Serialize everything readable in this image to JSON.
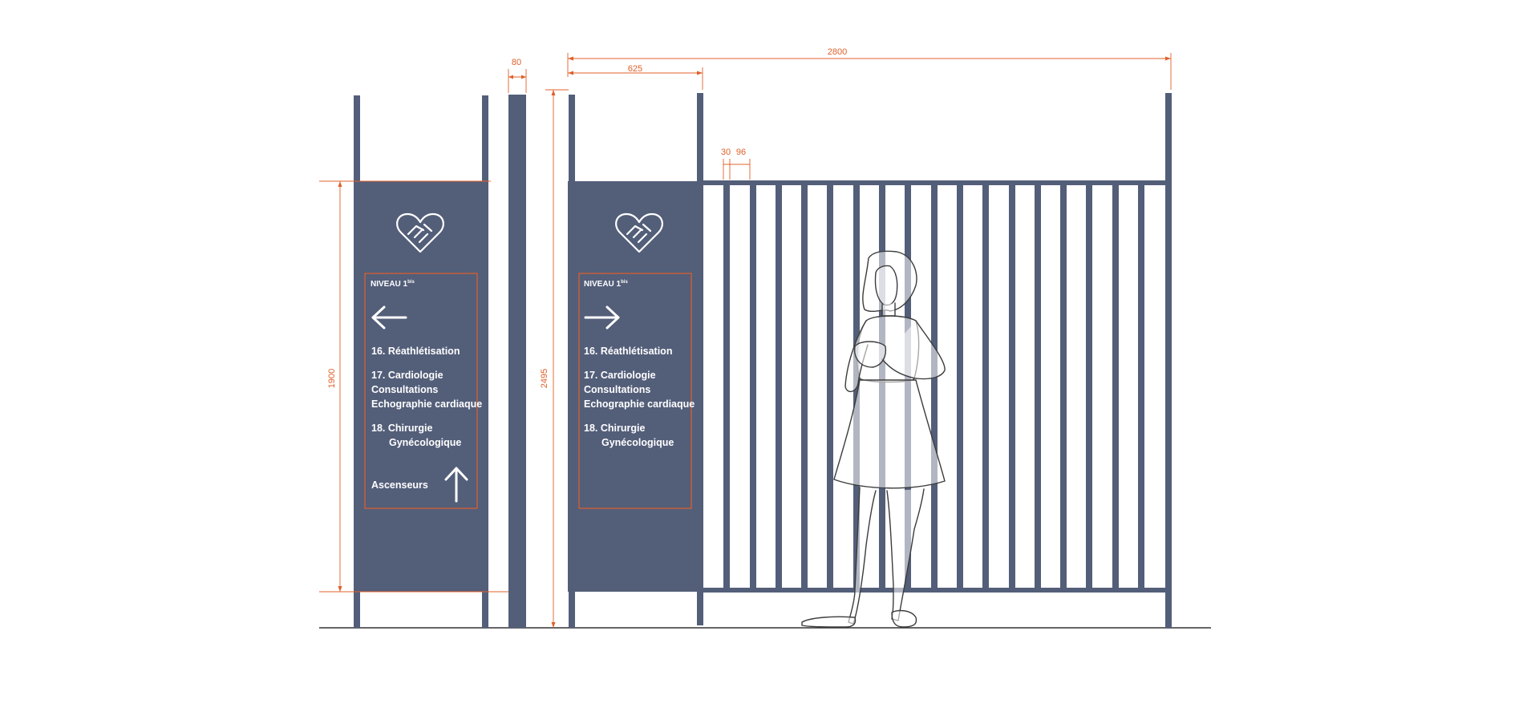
{
  "colors": {
    "structure": "#535e79",
    "dimension": "#e0602a",
    "sign_text": "#ffffff",
    "figure_line": "#3c3c3c",
    "ground": "#333333"
  },
  "dimensions": {
    "total_width": "2800",
    "sign_width": "625",
    "post_width": "80",
    "bar_gap": "30",
    "bar_spacing": "96",
    "sign_height": "1900",
    "total_height": "2495"
  },
  "icons": {
    "logo": "heart-handshake-icon",
    "left_arrow": "arrow-left-icon",
    "right_arrow": "arrow-right-icon",
    "up_arrow": "arrow-up-icon",
    "figure": "standing-woman-figure"
  },
  "sign_left": {
    "level": "NIVEAU 1",
    "level_sup": "bis",
    "lines": [
      "16. Réathlétisation",
      "17. Cardiologie",
      "Consultations",
      "Echographie cardiaque",
      "18. Chirurgie",
      "Gynécologique"
    ],
    "elevators": "Ascenseurs"
  },
  "sign_right": {
    "level": "NIVEAU 1",
    "level_sup": "bis",
    "lines": [
      "16. Réathlétisation",
      "17. Cardiologie",
      "Consultations",
      "Echographie cardiaque",
      "18. Chirurgie",
      "Gynécologique"
    ]
  }
}
